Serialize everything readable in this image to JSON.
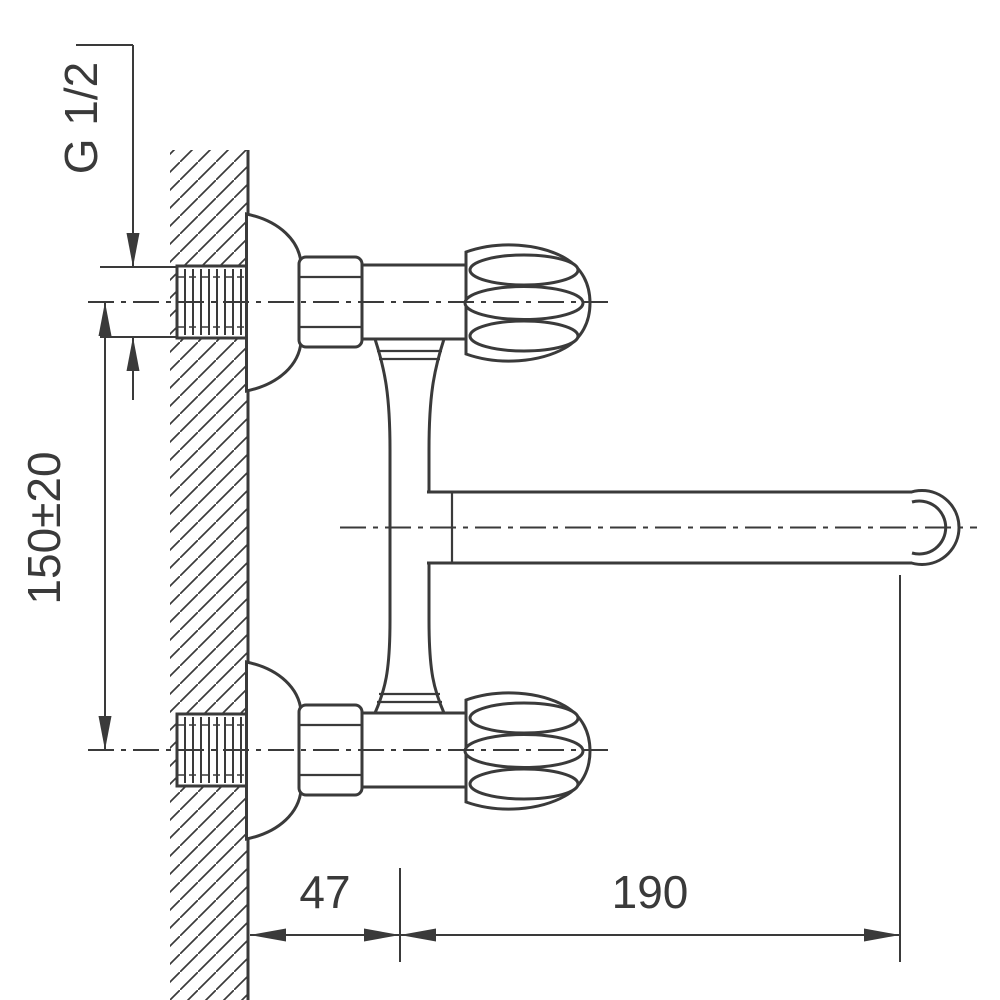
{
  "colors": {
    "line": "#3a3a3a",
    "background": "#ffffff"
  },
  "dimensions": {
    "thread_label": "G 1/2",
    "mount_centers": "150±20",
    "wall_to_axis": "47",
    "spout_length": "190"
  }
}
